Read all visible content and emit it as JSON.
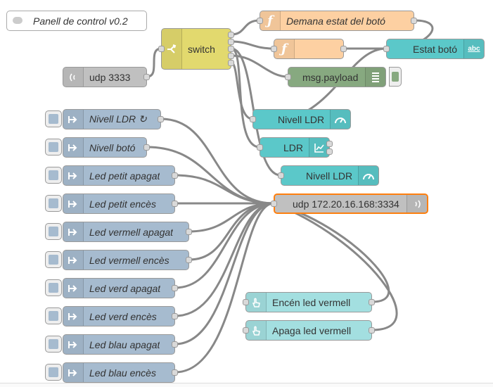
{
  "comment": {
    "label": "Panell de control v0.2"
  },
  "nodes": {
    "udp_in": {
      "label": "udp 3333"
    },
    "switch": {
      "label": "switch"
    },
    "func1": {
      "label": "Demana estat del botó"
    },
    "func2": {
      "label": ""
    },
    "estat_boto": {
      "label": "Estat botó"
    },
    "debug": {
      "label": "msg.payload"
    },
    "gauge1": {
      "label": "Nivell LDR"
    },
    "chart": {
      "label": "LDR"
    },
    "gauge2": {
      "label": "Nivell LDR"
    },
    "udp_out": {
      "label": "udp 172.20.16.168:3334"
    },
    "btn_on": {
      "label": "Encén led vermell"
    },
    "btn_off": {
      "label": "Apaga led vermell"
    }
  },
  "injects": [
    {
      "label": "Nivell LDR ↻"
    },
    {
      "label": "Nivell botó"
    },
    {
      "label": "Led petit apagat"
    },
    {
      "label": "Led petit encès"
    },
    {
      "label": "Led vermell apagat"
    },
    {
      "label": "Led vermell encès"
    },
    {
      "label": "Led verd apagat"
    },
    {
      "label": "Led verd encès"
    },
    {
      "label": "Led blau apagat"
    },
    {
      "label": "Led blau encès"
    }
  ],
  "colors": {
    "inject": "#a6bbcf",
    "function": "#fdd0a2",
    "switch": "#e2d96e",
    "ui": "#5bc8c9",
    "ui_button": "#a3dfe0",
    "debug": "#87a980",
    "udp": "#c0c0c0",
    "wire": "#888888",
    "selected": "#ff7f0e"
  },
  "icons": {
    "comment": "comment-icon",
    "udp": "udp-icon",
    "switch": "switch-icon",
    "function": "function-icon",
    "text": "text-icon",
    "debug": "debug-icon",
    "gauge": "gauge-icon",
    "chart": "chart-icon",
    "inject": "inject-arrow-icon",
    "button": "pointer-hand-icon"
  }
}
